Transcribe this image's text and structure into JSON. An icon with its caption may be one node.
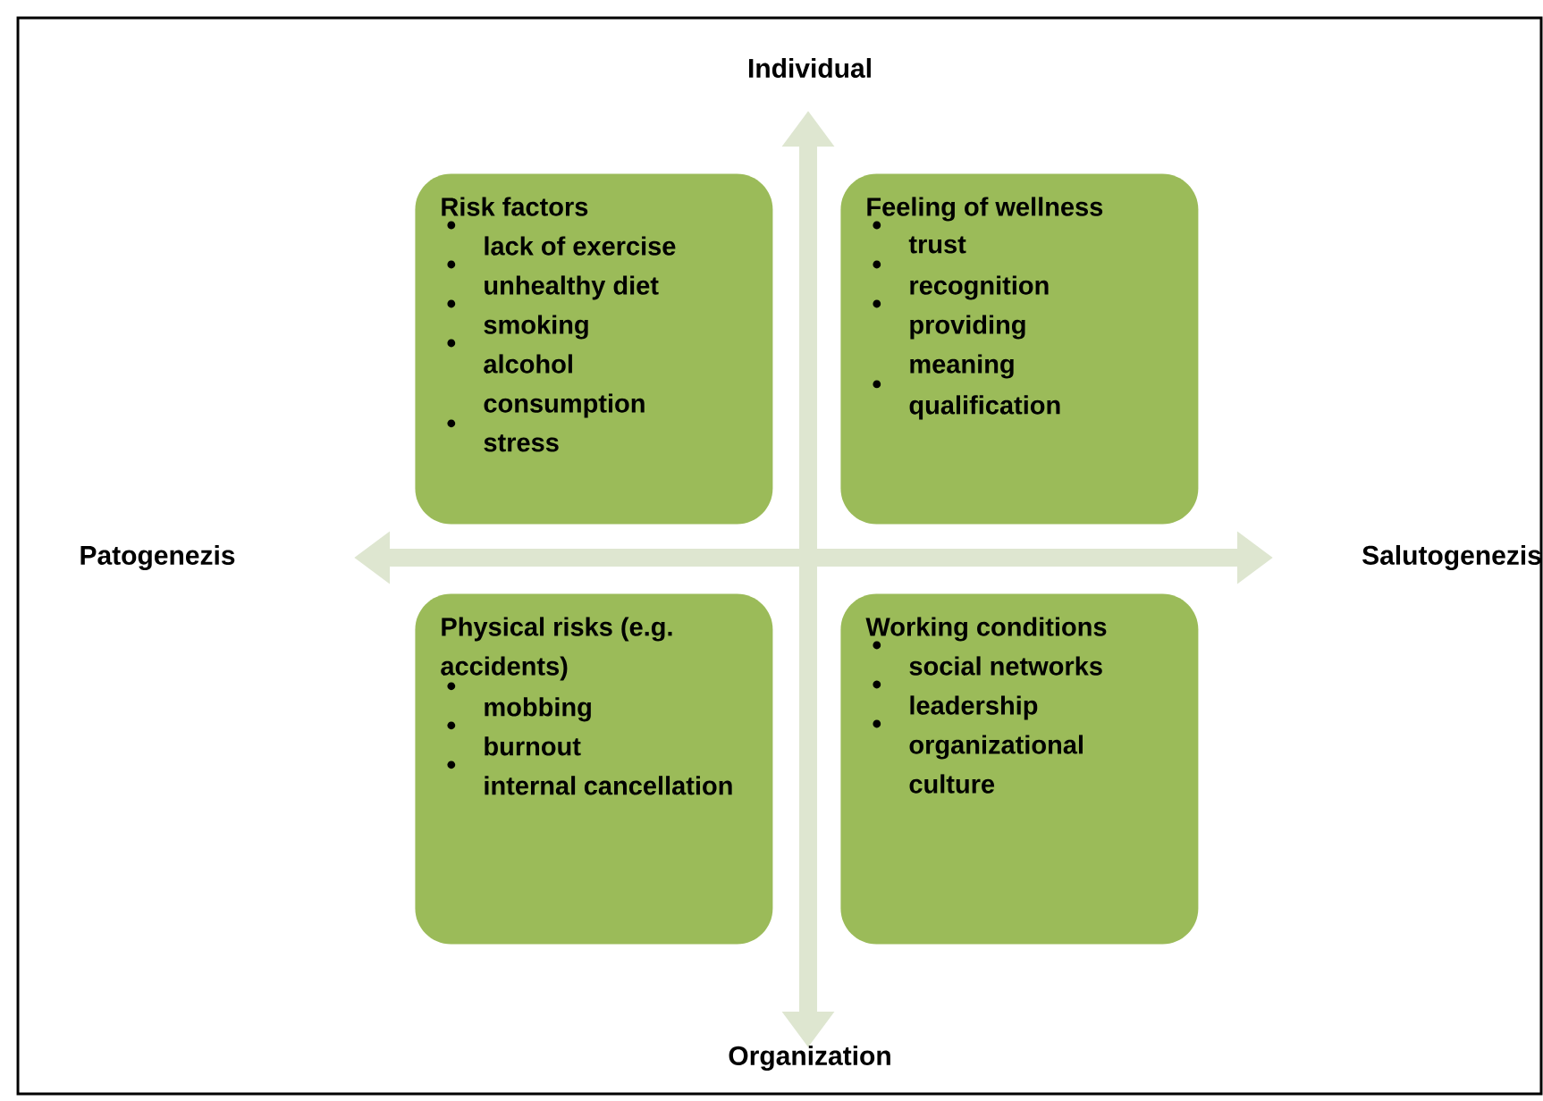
{
  "diagram": {
    "nodes": [
      {
        "text": [
          "Risk factors",
          "lack of exercise",
          "unhealthy diet",
          "smoking",
          "alcohol consumption",
          "stress"
        ]
      },
      {
        "text": [
          "Feeling of wellness",
          "trust",
          "recognition",
          "providing meaning",
          "qualification"
        ]
      },
      {
        "text": [
          "Physical risks (e.g. accidents)",
          "mobbing",
          "burnout",
          "internal cancellation"
        ]
      },
      {
        "text": [
          "Working conditions",
          "social networks",
          "leadership",
          "organizational culture"
        ]
      }
    ],
    "labels": [
      "Individual",
      "Patogenezis",
      "Salutogenezis",
      "Organization"
    ]
  }
}
